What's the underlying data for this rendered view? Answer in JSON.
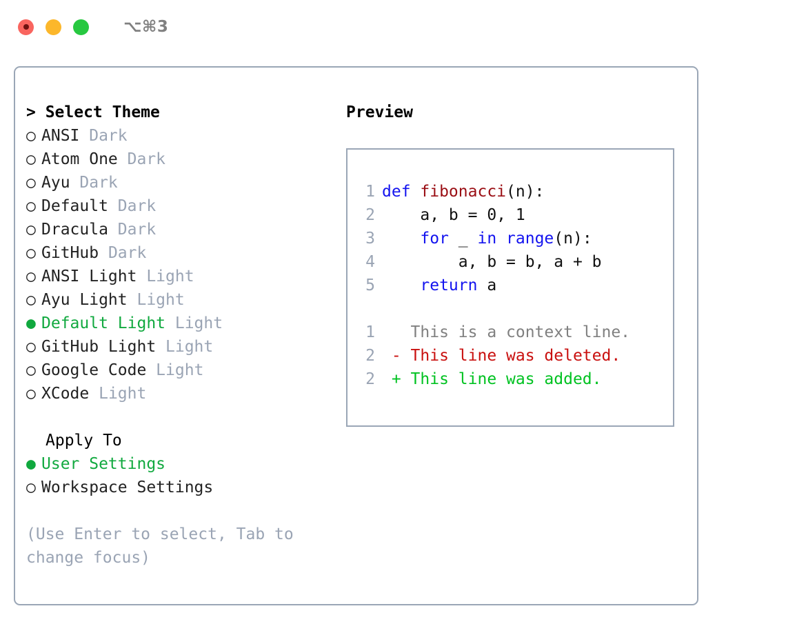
{
  "titlebar": {
    "shortcut": "⌥⌘3",
    "buttons": [
      {
        "name": "close",
        "color": "#f9655f"
      },
      {
        "name": "minimize",
        "color": "#fcb72b"
      },
      {
        "name": "maximize",
        "color": "#27c840"
      }
    ]
  },
  "accent_color": "#11a93f",
  "muted_color": "#9aa4b4",
  "border_color": "#9aa6b6",
  "theme_list": {
    "header": "> Select Theme",
    "bullet_selected": "●",
    "bullet_unselected": "○",
    "items": [
      {
        "label": "ANSI",
        "tag": "Dark",
        "selected": false
      },
      {
        "label": "Atom One",
        "tag": "Dark",
        "selected": false
      },
      {
        "label": "Ayu",
        "tag": "Dark",
        "selected": false
      },
      {
        "label": "Default",
        "tag": "Dark",
        "selected": false
      },
      {
        "label": "Dracula",
        "tag": "Dark",
        "selected": false
      },
      {
        "label": "GitHub",
        "tag": "Dark",
        "selected": false
      },
      {
        "label": "ANSI Light",
        "tag": "Light",
        "selected": false
      },
      {
        "label": "Ayu Light",
        "tag": "Light",
        "selected": false
      },
      {
        "label": "Default Light",
        "tag": "Light",
        "selected": true
      },
      {
        "label": "GitHub Light",
        "tag": "Light",
        "selected": false
      },
      {
        "label": "Google Code",
        "tag": "Light",
        "selected": false
      },
      {
        "label": "XCode",
        "tag": "Light",
        "selected": false
      }
    ]
  },
  "apply_to": {
    "title": "Apply To",
    "items": [
      {
        "label": "User Settings",
        "selected": true
      },
      {
        "label": "Workspace Settings",
        "selected": false
      }
    ]
  },
  "hint": "(Use Enter to select, Tab to change focus)",
  "preview": {
    "title": "Preview",
    "code_lines": [
      {
        "number": "1",
        "tokens": [
          {
            "text": "def ",
            "style": "kw"
          },
          {
            "text": "fibonacci",
            "style": "fn"
          },
          {
            "text": "(n):",
            "style": "plain"
          }
        ]
      },
      {
        "number": "2",
        "tokens": [
          {
            "text": "    a, b = 0, 1",
            "style": "plain"
          }
        ]
      },
      {
        "number": "3",
        "tokens": [
          {
            "text": "    ",
            "style": "plain"
          },
          {
            "text": "for",
            "style": "kw"
          },
          {
            "text": " _ ",
            "style": "plain"
          },
          {
            "text": "in",
            "style": "kw"
          },
          {
            "text": " ",
            "style": "plain"
          },
          {
            "text": "range",
            "style": "kw"
          },
          {
            "text": "(n):",
            "style": "plain"
          }
        ]
      },
      {
        "number": "4",
        "tokens": [
          {
            "text": "        a, b = b, a + b",
            "style": "plain"
          }
        ]
      },
      {
        "number": "5",
        "tokens": [
          {
            "text": "    ",
            "style": "plain"
          },
          {
            "text": "return",
            "style": "kw"
          },
          {
            "text": " a",
            "style": "plain"
          }
        ]
      }
    ],
    "diff_lines": [
      {
        "number": "1",
        "marker": " ",
        "text": "This is a context line.",
        "kind": "context"
      },
      {
        "number": "2",
        "marker": "-",
        "text": "This line was deleted.",
        "kind": "deleted"
      },
      {
        "number": "2",
        "marker": "+",
        "text": "This line was added.",
        "kind": "added"
      }
    ]
  }
}
